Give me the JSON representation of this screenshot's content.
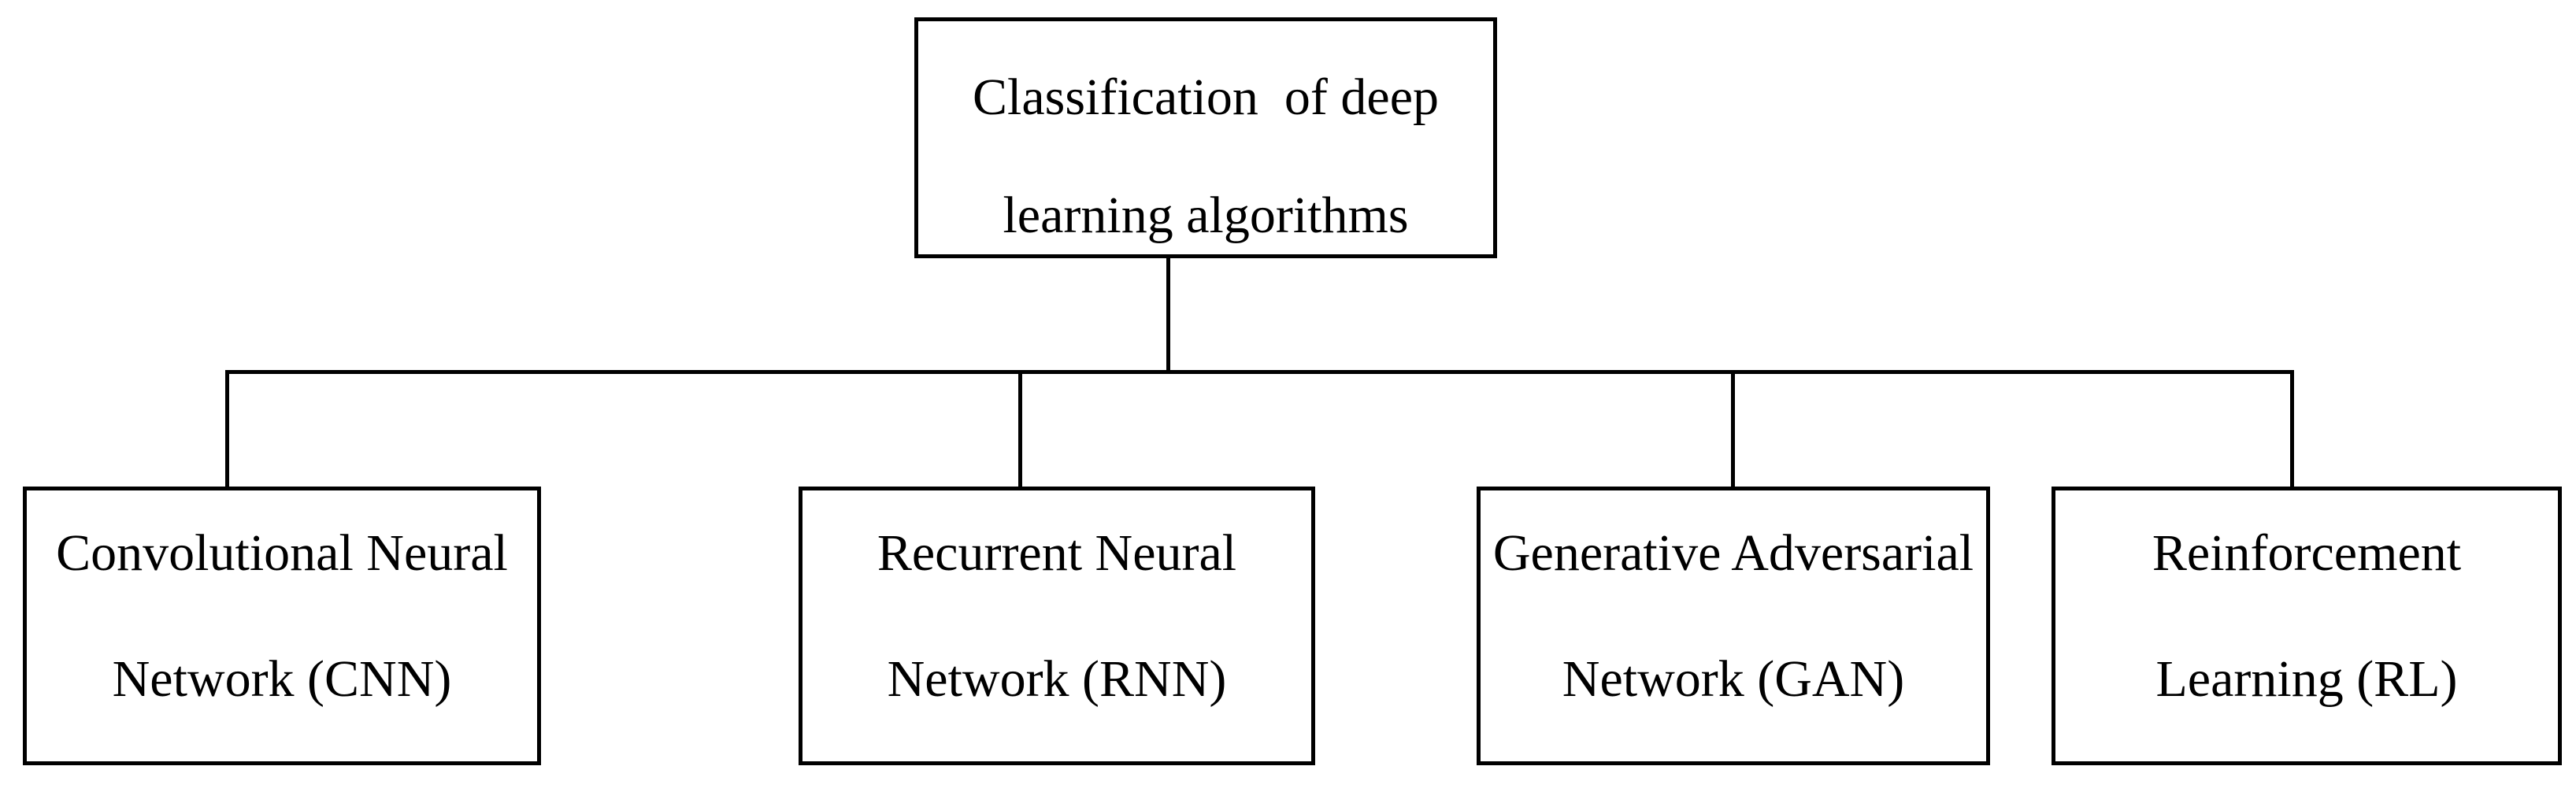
{
  "diagram": {
    "type": "tree",
    "background_color": "#ffffff",
    "line_color": "#000000",
    "text_color": "#000000",
    "root": {
      "line1": "Classification  of deep",
      "line2": "learning algorithms"
    },
    "children": [
      {
        "line1": "Convolutional Neural",
        "line2": "Network (CNN)"
      },
      {
        "line1": "Recurrent Neural",
        "line2": "Network (RNN)"
      },
      {
        "line1": "Generative Adversarial",
        "line2": "Network (GAN)"
      },
      {
        "line1": "Reinforcement",
        "line2": "Learning (RL)"
      }
    ]
  }
}
